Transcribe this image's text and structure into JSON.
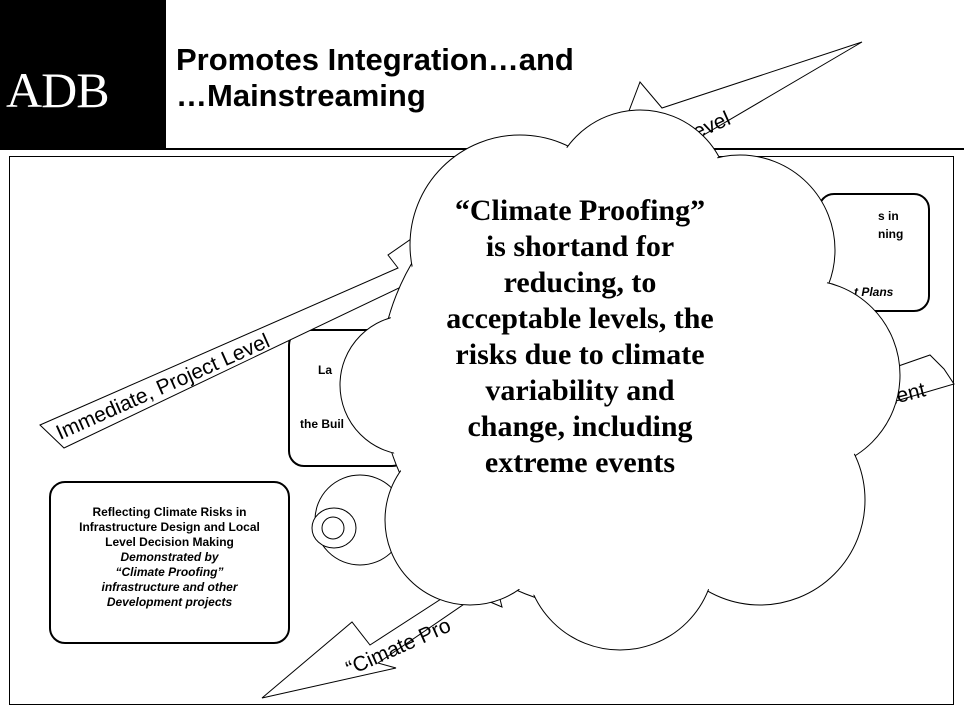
{
  "header": {
    "logo": "ADB",
    "title_line1": "Promotes Integration…and",
    "title_line2": "…Mainstreaming"
  },
  "arrows": {
    "top": "Level",
    "top_fragment": "l",
    "left": "Immediate, Project Level",
    "right": "nment",
    "bottom": "“Cimate Pro"
  },
  "boxes": {
    "left": {
      "line1": "Reflecting Climate Risks in",
      "line2": "Infrastructure Design and Local",
      "line3": "Level Decision Making",
      "line4": "Demonstrated by",
      "line5": "“Climate Proofing”",
      "line6": "infrastructure and other",
      "line7": "Development projects"
    },
    "middle": {
      "line1": "La",
      "line2": "the Buil"
    },
    "right": {
      "line1": "s in",
      "line2": "ning",
      "line3": "t Plans"
    }
  },
  "cloud": {
    "line1": "“Climate Proofing”",
    "line2": "is shortand for",
    "line3": "reducing, to",
    "line4": "acceptable levels, the",
    "line5": "risks due to climate",
    "line6": "variability and",
    "line7": "change, including",
    "line8": "extreme events"
  }
}
